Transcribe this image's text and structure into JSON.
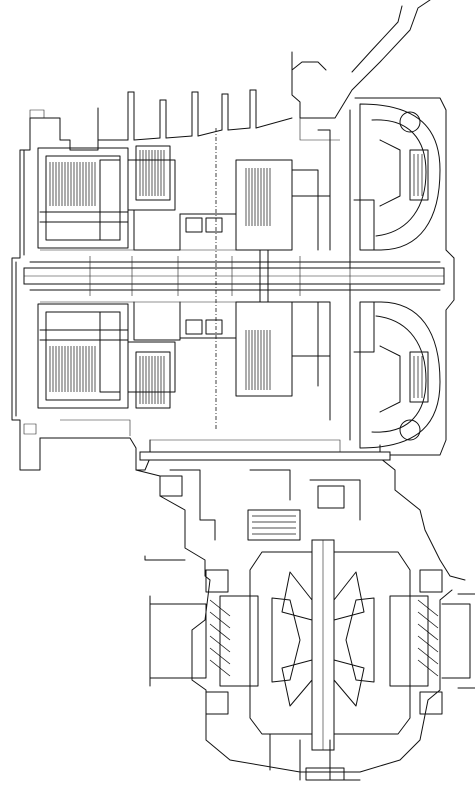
{
  "figure": {
    "description_visible_text": "",
    "colors": {
      "line": "#111111",
      "background": "#ffffff"
    },
    "components": [
      "transmission-case",
      "torque-converter",
      "clutch-pack-upper-left",
      "clutch-pack-lower-left",
      "clutch-pack-center",
      "main-shaft",
      "countershaft",
      "differential",
      "differential-pinion-gear",
      "final-drive-ring-gear",
      "output-axle-flange"
    ]
  }
}
